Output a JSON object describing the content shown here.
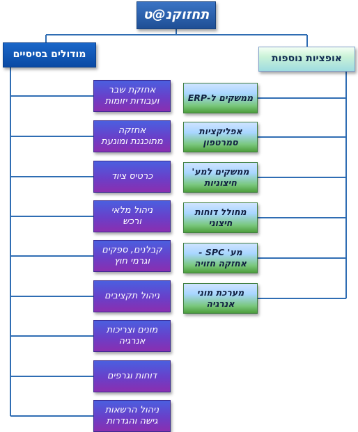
{
  "title": "תחזוקנ@ט",
  "right_branch": {
    "header": "מודולים בסיסיים",
    "items": [
      [
        "אחזקת שבר",
        "ועבודות יזומות"
      ],
      [
        "אחזקה",
        "מתוכננת ומונעת"
      ],
      [
        "כרטיס ציוד"
      ],
      [
        "ניהול מלאי",
        "ורכש"
      ],
      [
        "קבלנים, ספקים",
        "וגרמי חוץ"
      ],
      [
        "ניהול תקציבים"
      ],
      [
        "מונים וצריכות",
        "אנרגיה"
      ],
      [
        "דוחות וגרפים"
      ],
      [
        "ניהול הרשאות",
        "גישה והגדרות"
      ]
    ]
  },
  "left_branch": {
    "header": "אופציות נוספות",
    "items": [
      [
        "ממשקים ל-ERP"
      ],
      [
        "אפליקציות",
        "סמרטפון"
      ],
      [
        "ממשקים למע'",
        "חיצוניות"
      ],
      [
        "מחולל דוחות",
        "חיצוני"
      ],
      [
        "מע' SPC -",
        "אחזקה חזויה"
      ],
      [
        "מערכת מוני",
        "אנרגיה"
      ]
    ]
  },
  "colors": {
    "connector": "#2f6db3",
    "title_bg": "#1f4f95",
    "module_purple": "#6a3fc8",
    "option_green": "#7ac87e"
  }
}
